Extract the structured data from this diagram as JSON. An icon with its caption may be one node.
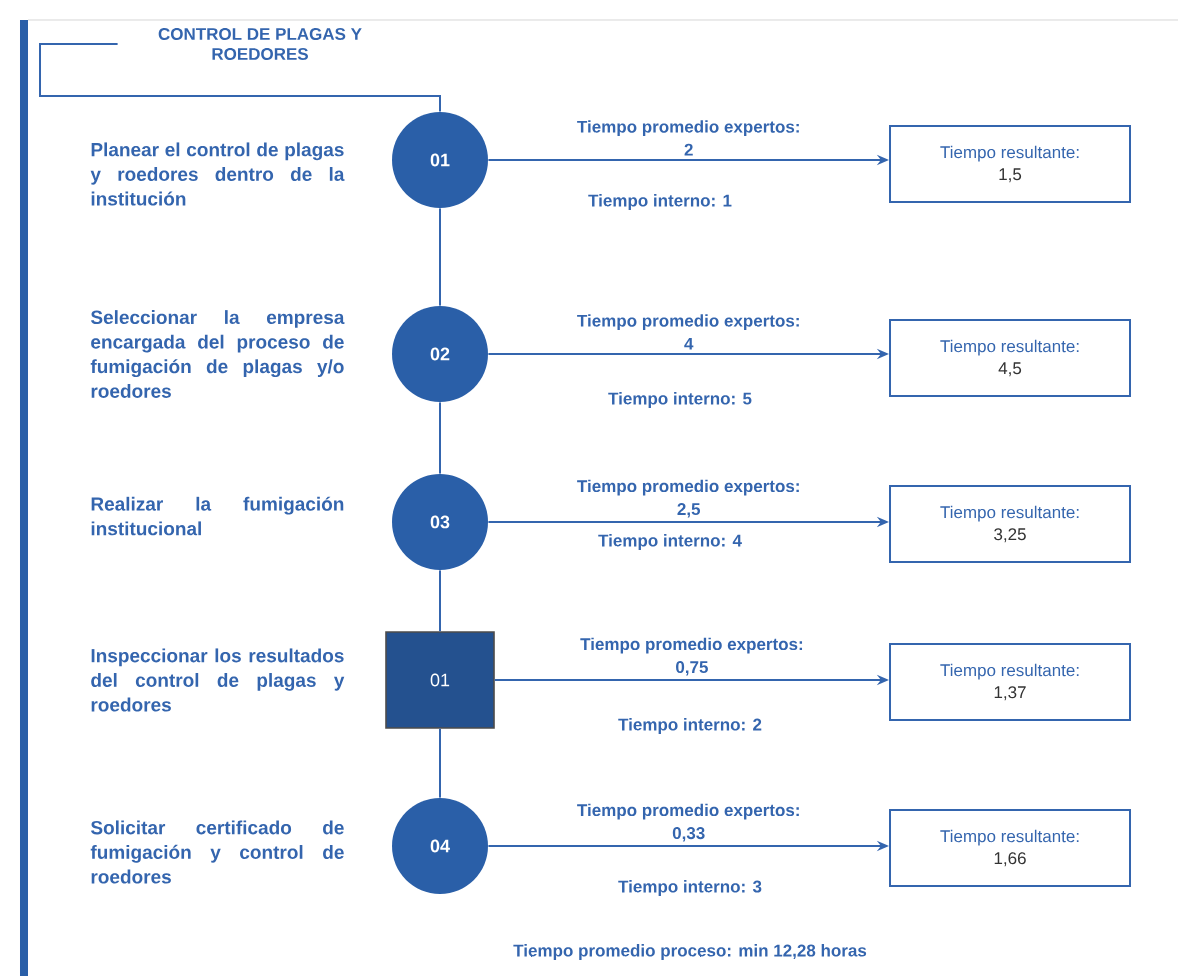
{
  "diagram": {
    "nodes": [
      {
        "text": [
          "CONTROL DE PLAGAS Y ROEDORES"
        ]
      },
      {
        "text": [
          "01"
        ],
        "beside": [
          "Planear el control de plagas y roedores dentro de la institución"
        ]
      },
      {
        "text": [
          "02"
        ],
        "beside": [
          "Seleccionar la empresa encargada del proceso de fumigación de plagas y/o roedores"
        ]
      },
      {
        "text": [
          "03"
        ],
        "beside": [
          "Realizar la fumigación institucional"
        ]
      },
      {
        "text": [
          "01"
        ],
        "beside": [
          "Inspeccionar los resultados del control de plagas y roedores"
        ]
      },
      {
        "text": [
          "04"
        ],
        "beside": [
          "Solicitar certificado de fumigación y control de roedores"
        ]
      },
      {
        "text": [
          "Tiempo resultante:",
          "1,5"
        ]
      },
      {
        "text": [
          "Tiempo resultante:",
          "4,5"
        ]
      },
      {
        "text": [
          "Tiempo resultante:",
          "3,25"
        ]
      },
      {
        "text": [
          "Tiempo resultante:",
          "1,37"
        ]
      },
      {
        "text": [
          "Tiempo resultante:",
          "1,66"
        ]
      }
    ],
    "edges": [
      {
        "from": 0,
        "to": 1,
        "arrow": "none"
      },
      {
        "from": 1,
        "to": 2,
        "arrow": "none"
      },
      {
        "from": 2,
        "to": 3,
        "arrow": "none"
      },
      {
        "from": 3,
        "to": 4,
        "arrow": "none"
      },
      {
        "from": 4,
        "to": 5,
        "arrow": "none"
      },
      {
        "from": 1,
        "to": 6,
        "arrow": "to",
        "label": "Tiempo promedio expertos: 2"
      },
      {
        "from": 2,
        "to": 7,
        "arrow": "to",
        "label": "Tiempo promedio expertos: 4"
      },
      {
        "from": 3,
        "to": 8,
        "arrow": "to",
        "label": "Tiempo promedio expertos: 2,5"
      },
      {
        "from": 4,
        "to": 9,
        "arrow": "to",
        "label": "Tiempo promedio expertos: 0,75"
      },
      {
        "from": 5,
        "to": 10,
        "arrow": "to",
        "label": "Tiempo promedio expertos: 0,33"
      }
    ],
    "labels": [
      "Tiempo interno: 1",
      "Tiempo interno: 5",
      "Tiempo interno: 4",
      "Tiempo interno: 2",
      "Tiempo interno: 3",
      "Tiempo promedio proceso: min 12,28 horas"
    ]
  }
}
